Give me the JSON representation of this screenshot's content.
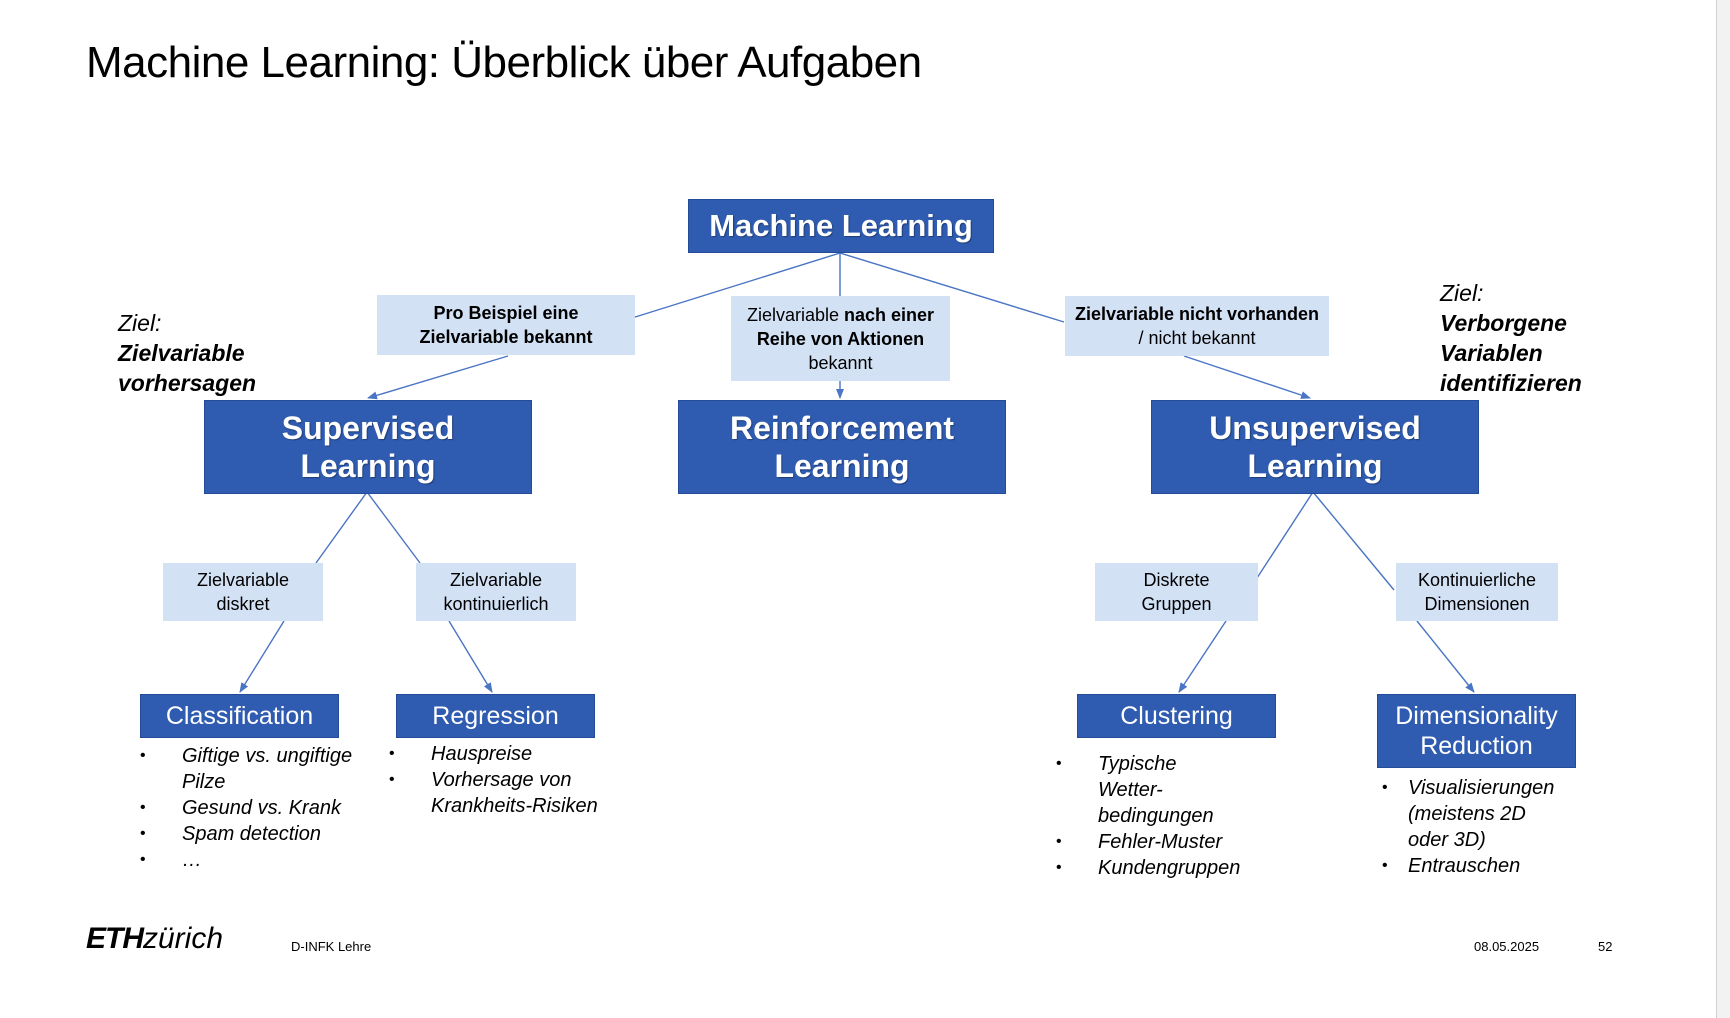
{
  "slide": {
    "title": "Machine Learning: Überblick über Aufgaben",
    "root": "Machine Learning",
    "edge_labels": {
      "supervised": "Pro Beispiel eine Zielvariable bekannt",
      "reinforcement_pre": "Zielvariable ",
      "reinforcement_bold1": "nach einer Reihe von Aktionen",
      "reinforcement_post": " bekannt",
      "unsupervised_bold": "Zielvariable nicht vorhanden",
      "unsupervised_post": " / nicht bekannt"
    },
    "goal_left": {
      "prefix": "Ziel:",
      "text": "Zielvariable vorhersagen"
    },
    "goal_right": {
      "prefix": "Ziel:",
      "text": "Verborgene Variablen identifizieren"
    },
    "branches": {
      "supervised": "Supervised Learning",
      "reinforcement": "Reinforcement Learning",
      "unsupervised": "Unsupervised Learning"
    },
    "sub_labels": {
      "discrete": "Zielvariable diskret",
      "continuous": "Zielvariable kontinuierlich",
      "groups": "Diskrete Gruppen",
      "dims": "Kontinuierliche Dimensionen"
    },
    "leaves": {
      "classification": "Classification",
      "regression": "Regression",
      "clustering": "Clustering",
      "dimred": "Dimensionality Reduction"
    },
    "examples": {
      "classification": [
        "Giftige vs. ungiftige Pilze",
        "Gesund vs. Krank",
        "Spam detection",
        "…"
      ],
      "regression": [
        "Hauspreise",
        "Vorhersage von Krankheits-Risiken"
      ],
      "clustering": [
        "Typische Wetter-bedingungen",
        "Fehler-Muster",
        "Kundengruppen"
      ],
      "dimred": [
        "Visualisierungen (meistens 2D oder 3D)",
        "Entrauschen"
      ]
    }
  },
  "footer": {
    "logo_eth": "ETH",
    "logo_zurich": "zürich",
    "dept": "D-INFK Lehre",
    "date": "08.05.2025",
    "page": "52"
  },
  "colors": {
    "box_fill": "#2f5cb1",
    "label_fill": "#d3e1f5",
    "connector": "#4a74c4"
  }
}
